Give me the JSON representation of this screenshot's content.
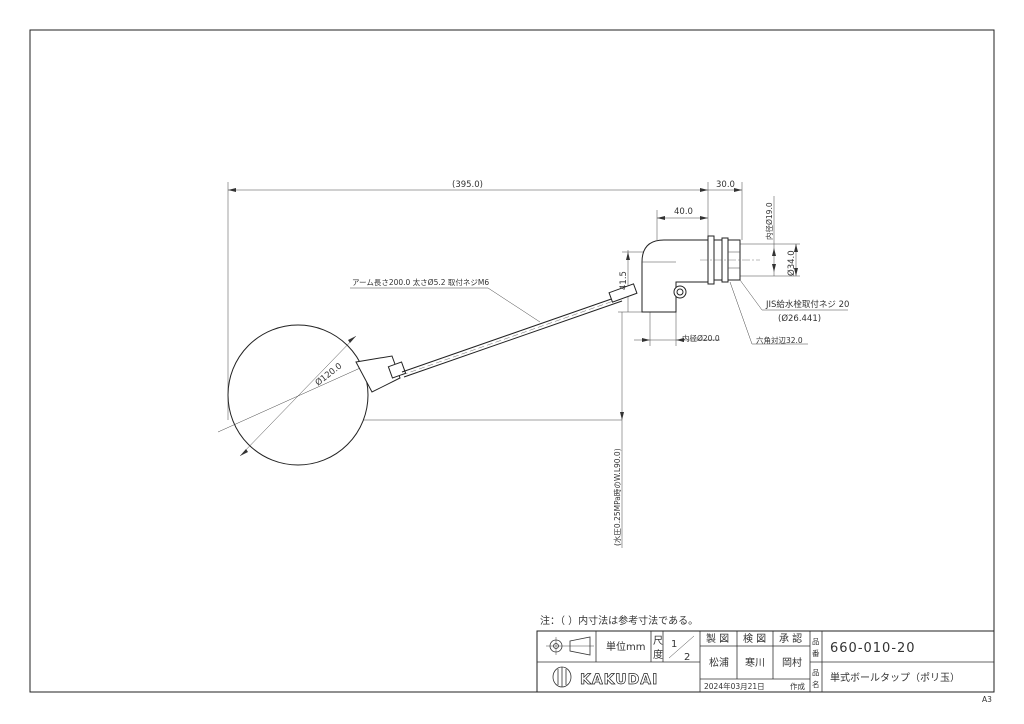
{
  "drawing": {
    "dimensions": {
      "total_length": "(395.0)",
      "offset_30": "30.0",
      "offset_40": "40.0",
      "inner_dia_19": "内径Ø19.0",
      "dia_34": "Ø34.0",
      "height_41_5": "41.5",
      "ball_dia": "Ø120.0",
      "arm_note": "アーム長さ200.0 太さØ5.2 取付ネジM6",
      "jis_thread": "JIS給水栓取付ネジ 20",
      "thread_dia": "(Ø26.441)",
      "hex_across": "六角対辺32.0",
      "inner_dia_20": "内径Ø20.0",
      "water_level": "(水圧0.25MPa時のW.L90.0)"
    }
  },
  "notes": {
    "reference": "注：（ ）内寸法は参考寸法である。"
  },
  "title_block": {
    "unit_label": "単位mm",
    "scale_label_1": "尺",
    "scale_label_2": "度",
    "scale_num": "1",
    "scale_den": "2",
    "made_label": "製 図",
    "check_label": "検 図",
    "approve_label": "承 認",
    "made_by": "松浦",
    "checked_by": "寒川",
    "approved_by": "岡村",
    "num_label_1": "品",
    "num_label_2": "番",
    "name_label_1": "品",
    "name_label_2": "名",
    "part_number": "660-010-20",
    "product_name": "単式ボールタップ（ポリ玉）",
    "company": "KAKUDAI",
    "date": "2024年03月21日",
    "date_suffix": "作成",
    "sheet_size": "A3"
  }
}
